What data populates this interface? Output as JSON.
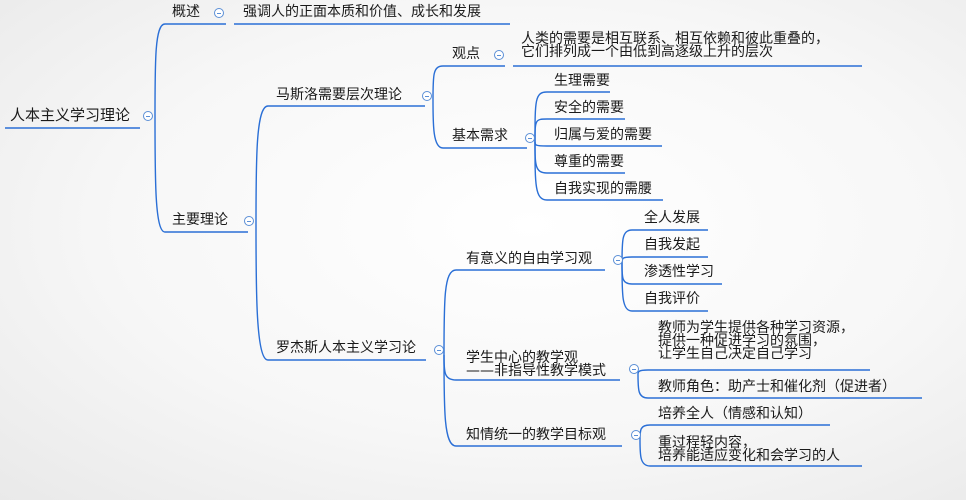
{
  "mindmap": {
    "root": "人本主义学习理论",
    "overview": {
      "label": "概述",
      "summary": "强调人的正面本质和价值、成长和发展"
    },
    "main_theories": {
      "label": "主要理论",
      "maslow": {
        "label": "马斯洛需要层次理论",
        "viewpoint": {
          "label": "观点",
          "lines": [
            "人类的需要是相互联系、相互依赖和彼此重叠的，",
            "它们排列成一个由低到高逐级上升的层次"
          ]
        },
        "basic_needs": {
          "label": "基本需求",
          "items": [
            "生理需要",
            "安全的需要",
            "归属与爱的需要",
            "尊重的需要",
            "自我实现的需腰"
          ]
        }
      },
      "rogers": {
        "label": "罗杰斯人本主义学习论",
        "free_learning": {
          "label": "有意义的自由学习观",
          "items": [
            "全人发展",
            "自我发起",
            "渗透性学习",
            "自我评价"
          ]
        },
        "student_centered": {
          "lines": [
            "学生中心的教学观",
            "——非指导性教学模式"
          ],
          "teacher_resources": [
            "教师为学生提供各种学习资源，",
            "提供一种促进学习的氛围，",
            "让学生自己决定自己学习"
          ],
          "teacher_role": "教师角色：助产士和催化剂（促进者）"
        },
        "goal_view": {
          "label": "知情统一的教学目标观",
          "cultivate_whole": "培养全人（情感和认知）",
          "process_lines": [
            "重过程轻内容，",
            "培养能适应变化和会学习的人"
          ]
        }
      }
    }
  },
  "colors": {
    "line": "#2a6fd6",
    "toggle": "#5b8fd6"
  }
}
